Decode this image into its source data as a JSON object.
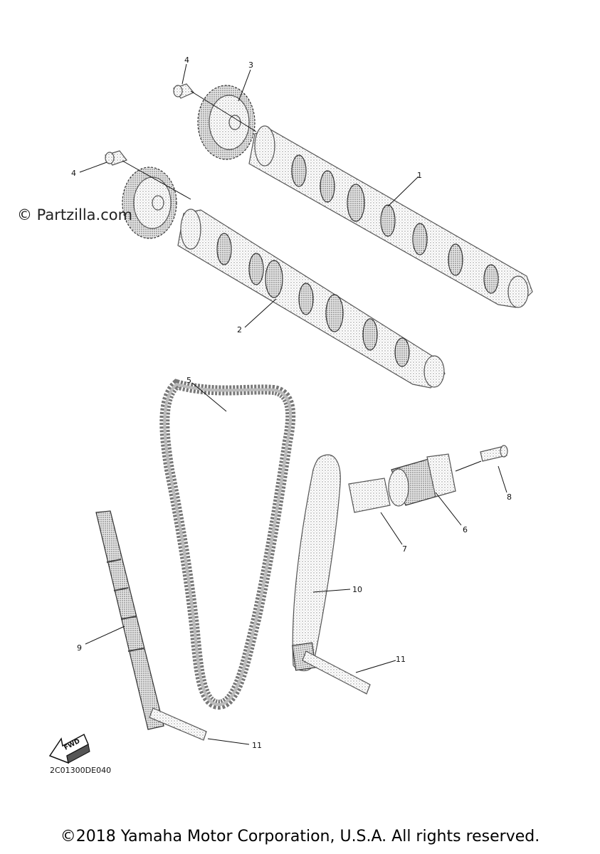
{
  "watermark": "© Partzilla.com",
  "diagram_code": "2C01300DE040",
  "fwd_label": "FWD",
  "copyright": "©2018 Yamaha Motor Corporation, U.S.A. All rights reserved.",
  "callouts": [
    {
      "id": "c1",
      "text": "1"
    },
    {
      "id": "c2",
      "text": "2"
    },
    {
      "id": "c3",
      "text": "3"
    },
    {
      "id": "c4a",
      "text": "4"
    },
    {
      "id": "c4b",
      "text": "4"
    },
    {
      "id": "c5",
      "text": "5"
    },
    {
      "id": "c6",
      "text": "6"
    },
    {
      "id": "c7",
      "text": "7"
    },
    {
      "id": "c8",
      "text": "8"
    },
    {
      "id": "c9",
      "text": "9"
    },
    {
      "id": "c10",
      "text": "10"
    },
    {
      "id": "c11a",
      "text": "11"
    },
    {
      "id": "c11b",
      "text": "11"
    }
  ]
}
